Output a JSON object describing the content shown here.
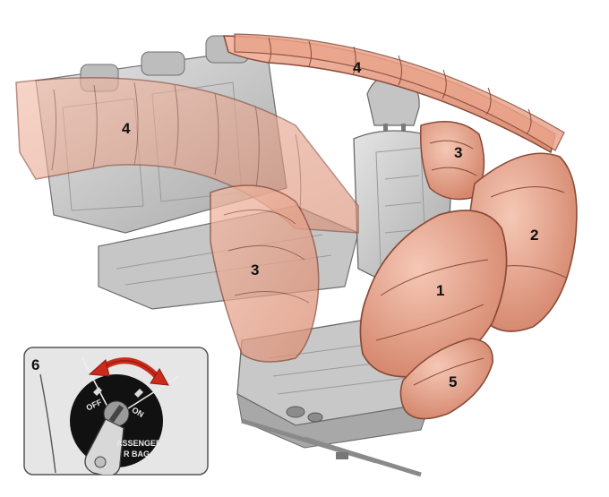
{
  "colors": {
    "airbag_fill": "#eaa58c",
    "airbag_stroke": "#8a4a38",
    "seat_fill": "#cfcfcf",
    "seat_dark": "#8e8e8e",
    "inset_bg": "#e6e6e6",
    "arrow_red": "#cc2a1a"
  },
  "callouts": {
    "front_airbag": "1",
    "passenger_airbag": "2",
    "side_airbag_front": "3",
    "side_airbag_rear": "3",
    "curtain_airbag_right": "4",
    "curtain_airbag_left": "4",
    "knee_airbag": "5",
    "inset_label": "6"
  },
  "inset": {
    "switch_off_label": "OFF",
    "switch_on_label": "ON",
    "switch_caption_line1": "ASSENGER",
    "switch_caption_line2": "R BAG"
  },
  "icons": {
    "seats": "car-seats-illustration",
    "key": "key-icon",
    "rotate_arrow": "rotate-arrow-icon"
  }
}
